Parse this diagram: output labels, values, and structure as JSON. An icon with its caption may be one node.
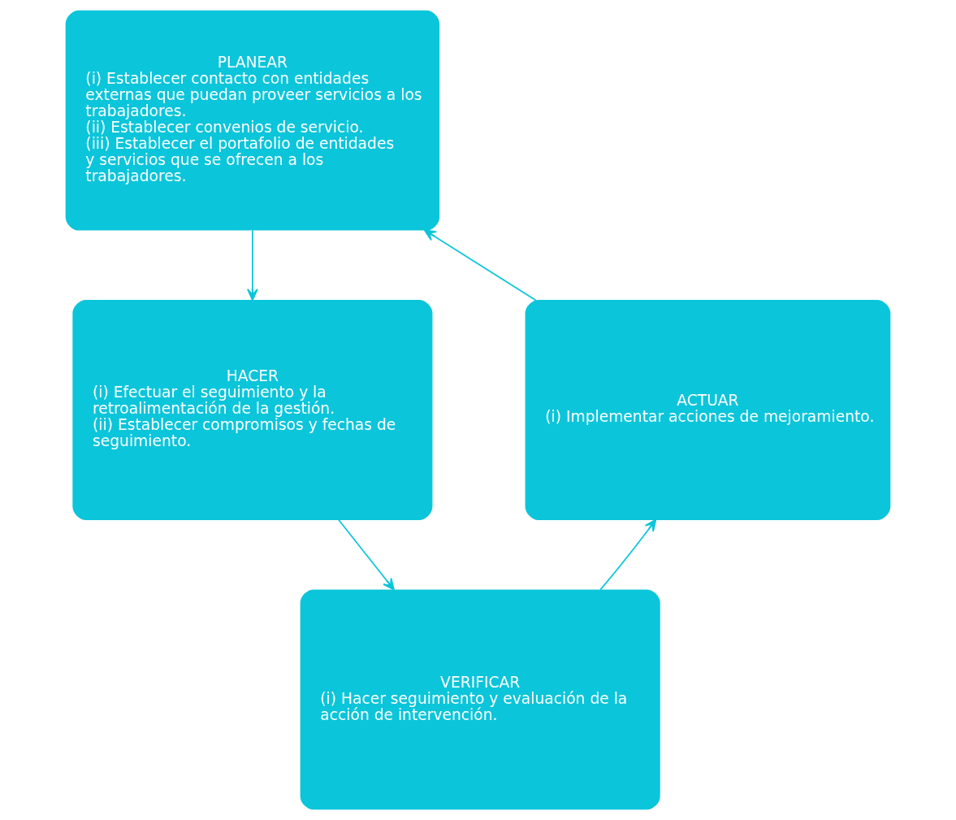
{
  "diagram": {
    "nodes": [
      {
        "text": [
          "PLANEAR",
          "(i) Establecer contacto con entidades externas que puedan proveer servicios a los trabajadores.",
          "(ii) Establecer convenios de servicio.",
          "(iii) Establecer el portafolio de entidades y servicios que se ofrecen a los trabajadores."
        ]
      },
      {
        "text": [
          "HACER",
          "(i) Efectuar el seguimiento y la retroalimentación de la gestión.",
          "(ii) Establecer compromisos y fechas de seguimiento."
        ]
      },
      {
        "text": [
          "VERIFICAR",
          "(i) Hacer seguimiento y evaluación de la acción de intervención."
        ]
      },
      {
        "text": [
          "ACTUAR",
          "(i) Implementar acciones de mejoramiento."
        ]
      }
    ],
    "edges": [
      {
        "from": 0,
        "to": 1,
        "arrow": "to"
      },
      {
        "from": 1,
        "to": 2,
        "arrow": "to"
      },
      {
        "from": 2,
        "to": 3,
        "arrow": "to"
      },
      {
        "from": 3,
        "to": 0,
        "arrow": "to"
      }
    ]
  }
}
